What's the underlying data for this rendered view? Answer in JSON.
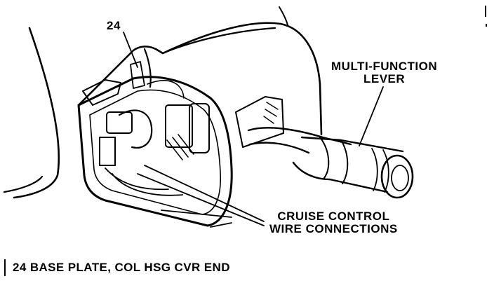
{
  "labels": {
    "ref_number": "24",
    "multi_function_line1": "MULTI-FUNCTION",
    "multi_function_line2": "LEVER",
    "cruise_line1": "CRUISE CONTROL",
    "cruise_line2": "WIRE CONNECTIONS"
  },
  "caption": "24 BASE PLATE, COL HSG CVR END",
  "colors": {
    "ink": "#000000",
    "paper": "#ffffff"
  }
}
